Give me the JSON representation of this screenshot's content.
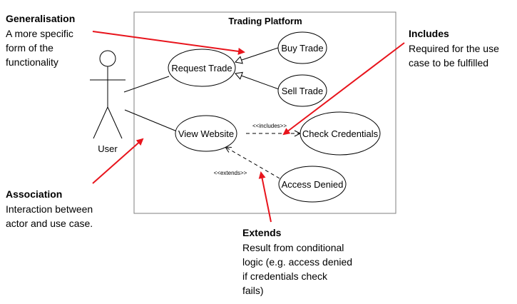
{
  "diagram": {
    "system_title": "Trading Platform",
    "actor_label": "User",
    "use_cases": {
      "request_trade": "Request Trade",
      "buy_trade": "Buy Trade",
      "sell_trade": "Sell Trade",
      "view_website": "View Website",
      "check_credentials": "Check Credentials",
      "access_denied": "Access Denied"
    },
    "stereotypes": {
      "includes": "<<includes>>",
      "extends": "<<extends>>"
    }
  },
  "annotations": {
    "generalisation": {
      "title": "Generalisation",
      "lines": [
        "A more specific",
        "form of the",
        "functionality"
      ]
    },
    "includes": {
      "title": "Includes",
      "lines": [
        "Required for the use",
        "case to be fulfilled"
      ]
    },
    "association": {
      "title": "Association",
      "lines": [
        "Interaction between",
        "actor and use case."
      ]
    },
    "extends": {
      "title": "Extends",
      "lines": [
        "Result from conditional",
        "logic (e.g. access denied",
        "if credentials check",
        "fails)"
      ]
    }
  },
  "colors": {
    "annotation_arrow": "#e8141c",
    "diagram_line": "#000000",
    "system_border": "#7f7f7f"
  }
}
